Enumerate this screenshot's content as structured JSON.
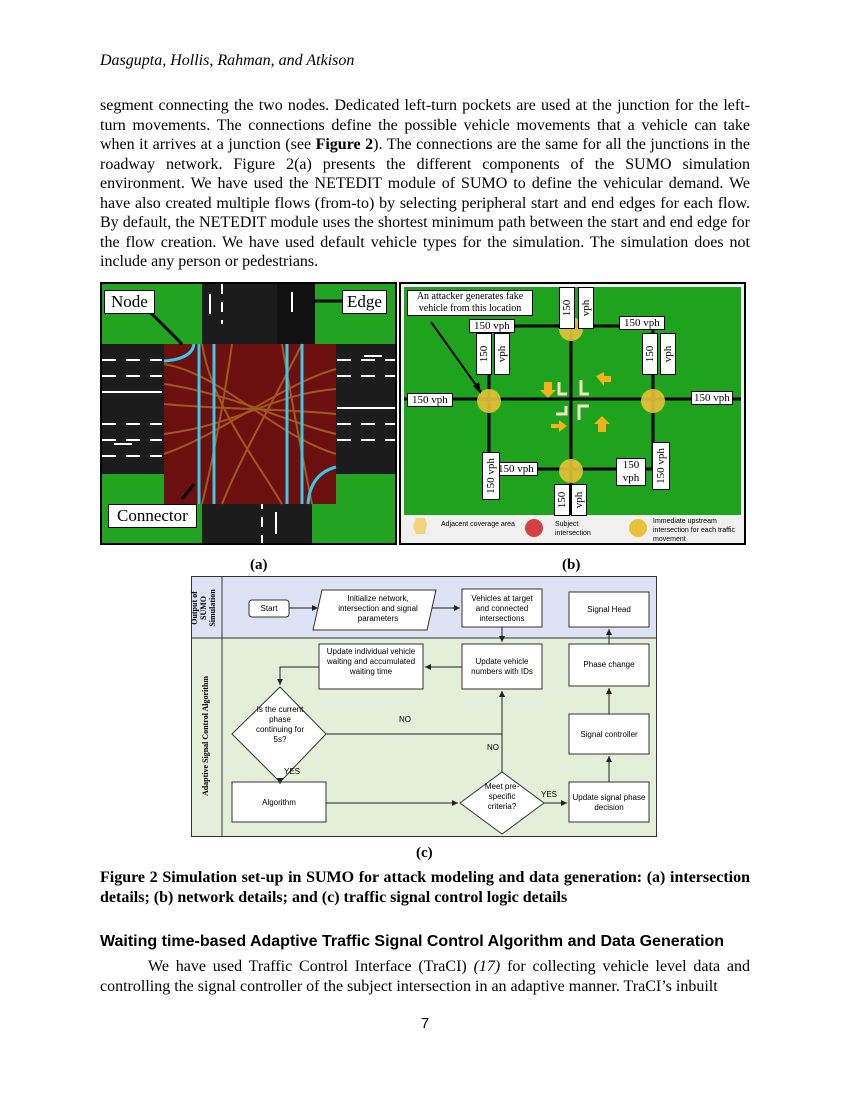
{
  "header": {
    "authors": "Dasgupta, Hollis, Rahman, and Atkison"
  },
  "body_paragraph_1": [
    "segment connecting the two nodes. Dedicated left-turn pockets are used at the junction for the left-turn movements. The connections define the possible vehicle movements that a vehicle can take when it arrives at a junction (see ",
    "Figure 2",
    "). The connections are the same for all the junctions in the roadway network. Figure 2(a) presents the different components of the SUMO simulation environment. We have used the NETEDIT module of SUMO to define the vehicular demand. We have also created multiple flows (from-to) by selecting peripheral start and end edges for each flow. By default, the NETEDIT module uses the shortest minimum path between the start and end edge for the flow creation. We have used default vehicle types for the simulation. The simulation does not include any person or pedestrians."
  ],
  "figure_a": {
    "label": "(a)",
    "callouts": {
      "node": "Node",
      "edge": "Edge",
      "connector": "Connector"
    }
  },
  "figure_b": {
    "label": "(b)",
    "attacker_note_line1": "An attacker generates fake",
    "attacker_note_line2": "vehicle from this location",
    "flow_label": "150 vph",
    "flow_num": "150",
    "flow_unit": "vph",
    "legend": {
      "adjacent": "Adjacent coverage area",
      "subject": "Subject intersection",
      "upstream": "Immediate upstream intersection for each traffic movement"
    },
    "colors": {
      "field": "#1fa31f",
      "road": "#000000",
      "yellow": "#e8c13a",
      "subject": "#d64040",
      "arrow": "#f2b21b"
    }
  },
  "figure_c": {
    "label": "(c)",
    "lane_top": "Output of SUMO Simulation",
    "lane_bottom": "Adaptive Signal Control Algorithm",
    "start": "Start",
    "init": "Initialize network, intersection and signal parameters",
    "vehicles_target": "Vehicles at target and connected intersections",
    "signal_head": "Signal Head",
    "update_waiting": "Update individual vehicle waiting and accumulated waiting time",
    "update_numbers": "Update vehicle numbers with IDs",
    "phase_change": "Phase change",
    "is_current": "Is the current phase continuing for 5s?",
    "signal_controller": "Signal controller",
    "algorithm": "Algorithm",
    "meet_criteria": "Meet pre-specific criteria?",
    "update_decision": "Update signal phase decision",
    "yes": "YES",
    "no": "NO"
  },
  "caption": "Figure 2 Simulation set-up in SUMO for attack modeling and data generation: (a) intersection details; (b) network details; and (c) traffic signal control logic details",
  "section_heading": "Waiting time-based Adaptive Traffic Signal Control Algorithm and Data Generation",
  "body_paragraph_2": {
    "before": "We have used Traffic Control Interface (TraCI) ",
    "ref": "(17)",
    "after": " for collecting vehicle level data and controlling the signal controller of the subject intersection in an adaptive manner. TraCI’s inbuilt"
  },
  "page_number": "7"
}
